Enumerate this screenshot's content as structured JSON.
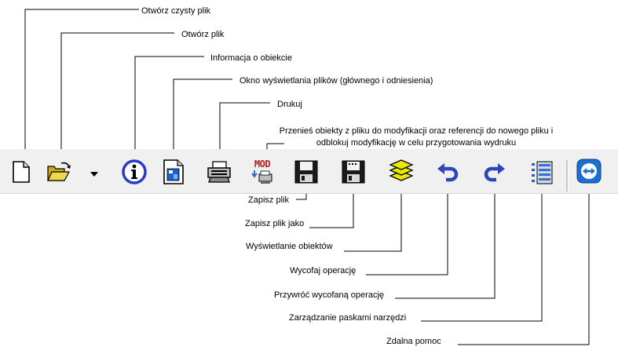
{
  "labels": {
    "new_file": "Otwórz czysty plik",
    "open_file": "Otwórz plik",
    "object_info": "Informacja o obiekcie",
    "file_view": "Okno wyświetlania plików (głównego i odniesienia)",
    "print": "Drukuj",
    "mod_transfer": "Przenieś obiekty z pliku do modyfikacji  oraz referencji do nowego pliku i odblokuj modyfikację w celu przygotowania wydruku",
    "save": "Zapisz plik",
    "save_as": "Zapisz plik jako",
    "layers": "Wyświetlanie obiektów",
    "undo": "Wycofaj operację",
    "redo": "Przywróć wycofaną operację",
    "toolbars": "Zarządzanie paskami narzędzi",
    "remote": "Zdalna pomoc"
  },
  "icons": {
    "mod_text": "MOD"
  },
  "colors": {
    "info_blue": "#2b3bc8",
    "layers_yellow": "#e8e800",
    "arrow_blue": "#2a46b8",
    "save_dark": "#1a1a1a",
    "teamviewer": "#1a6fd0"
  }
}
